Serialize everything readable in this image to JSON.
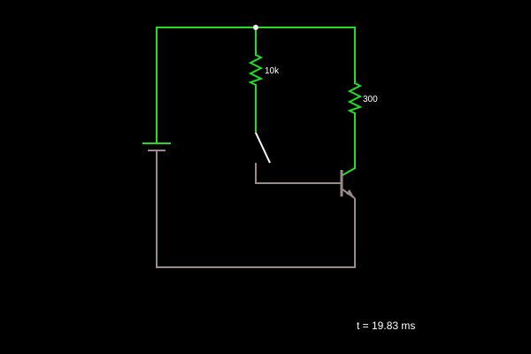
{
  "colors": {
    "background": "#000000",
    "active_wire": "#22dd22",
    "ground_wire": "#9a8a8a",
    "node": "#ffffff",
    "switch": "#ffffff",
    "text": "#ffffff"
  },
  "components": {
    "base_resistor": {
      "label": "10k"
    },
    "collector_resistor": {
      "label": "300"
    }
  },
  "status": {
    "time": "t = 19.83 ms"
  }
}
